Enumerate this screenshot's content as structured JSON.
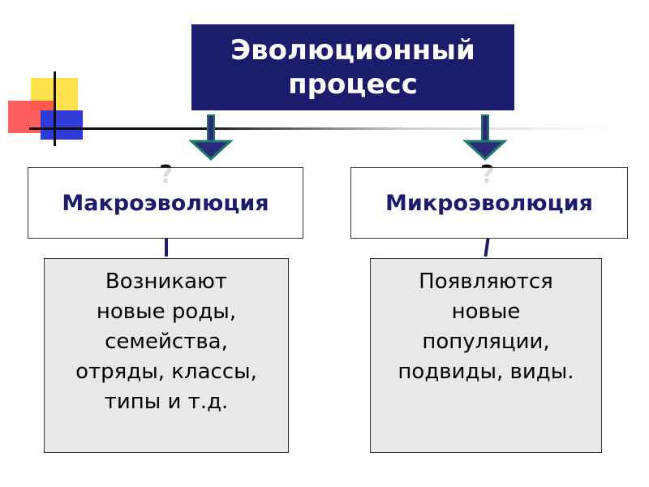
{
  "title": "Эволюционный\nпроцесс",
  "question_mark": "?",
  "left": {
    "label": "Макроэволюция",
    "description": "Возникают\nновые роды,\nсемейства,\nотряды, классы,\nтипы и т.д."
  },
  "right": {
    "label": "Микроэволюция",
    "description": "Появляются\nновые\nпопуляции,\nподвиды, виды."
  },
  "colors": {
    "title_bg": "#1b1c6b",
    "arrow_fill": "#2a2a7a",
    "arrow_stroke": "#1f7a6a",
    "description_bg": "#e8e8e8"
  }
}
